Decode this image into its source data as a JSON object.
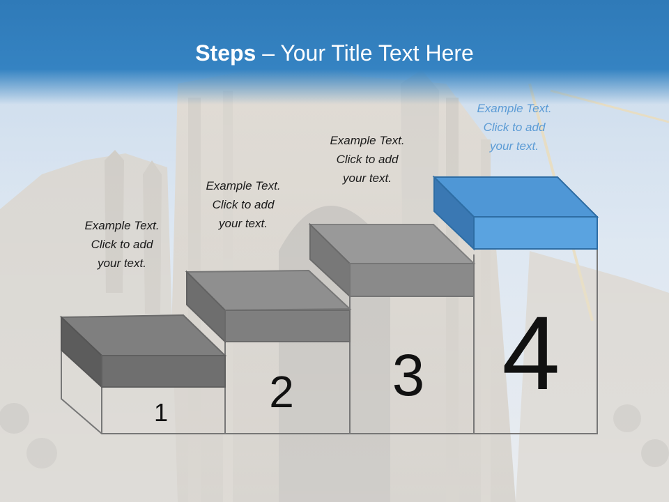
{
  "title": {
    "bold": "Steps",
    "rest": " – Your Title Text Here"
  },
  "colors": {
    "title_band": "#2f7ab8",
    "step_grey": "#8c8c8c",
    "step_blue": "#4f97d6",
    "outline": "#777777",
    "label_blue": "#5b9bd5"
  },
  "steps": [
    {
      "number": "1",
      "label": [
        "Example Text.",
        "Click  to add",
        "your text."
      ],
      "highlight": false
    },
    {
      "number": "2",
      "label": [
        "Example Text.",
        "Click  to add",
        "your text."
      ],
      "highlight": false
    },
    {
      "number": "3",
      "label": [
        "Example Text.",
        "Click  to add",
        "your text."
      ],
      "highlight": false
    },
    {
      "number": "4",
      "label": [
        "Example Text.",
        "Click  to add",
        "your text."
      ],
      "highlight": true
    }
  ]
}
